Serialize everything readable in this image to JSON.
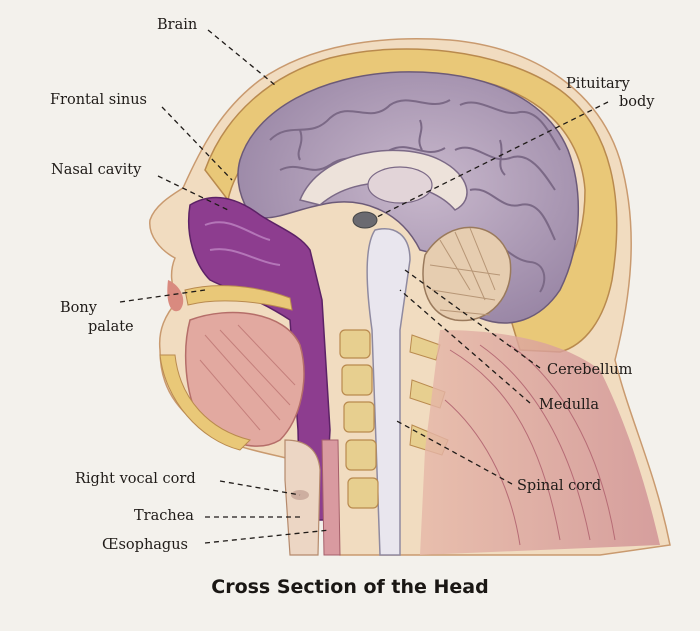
{
  "labels": {
    "brain": "Brain",
    "frontal_sinus": "Frontal sinus",
    "nasal_cavity": "Nasal cavity",
    "bony_palate_1": "Bony",
    "bony_palate_2": "palate",
    "right_vocal_cord": "Right vocal cord",
    "trachea": "Trachea",
    "oesophagus": "Œsophagus",
    "pituitary_1": "Pituitary",
    "pituitary_2": "body",
    "cerebellum": "Cerebellum",
    "medulla": "Medulla",
    "spinal_cord": "Spinal cord"
  },
  "caption": "Cross Section of the Head",
  "colors": {
    "background": "#f3f1ec",
    "skin": "#f1dcc0",
    "skull": "#e9c878",
    "dura": "#c9a071",
    "brain": "#b7a4be",
    "brain_fold": "#7b6986",
    "cerebellum": "#e6cdb0",
    "nasal": "#8d3d8f",
    "tongue": "#e2a9a0",
    "muscle": "#d69ba0",
    "spine_bone": "#e7cf8f",
    "leader_line": "#1f1b18"
  }
}
